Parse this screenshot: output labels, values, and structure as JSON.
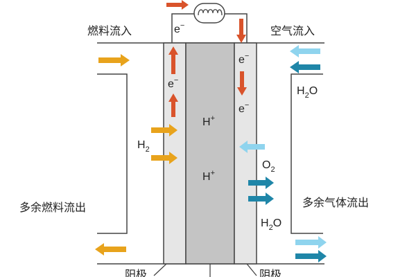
{
  "labels": {
    "fuel_in": "燃料流入",
    "air_in": "空气流入",
    "fuel_out": "多余燃料流出",
    "gas_out": "多余气体流出",
    "anode": "阳极",
    "cathode": "阴极"
  },
  "species": {
    "electron": "e",
    "electron_sup": "−",
    "proton": "H",
    "proton_sup": "+",
    "hydrogen": "H",
    "hydrogen_sub": "2",
    "oxygen": "O",
    "oxygen_sub": "2",
    "water_h": "H",
    "water_sub": "2",
    "water_o": "O"
  },
  "icons": {
    "load": "resistor-coil-icon",
    "flow_arrow": "arrow-icon"
  },
  "colors": {
    "electron_arrow": "#d9532b",
    "fuel_arrow": "#e8a31c",
    "oxygen_arrow": "#8fd4ee",
    "water_arrow": "#1f86a8",
    "electrode_fill": "#e6e6e6",
    "membrane_fill": "#c4c4c4",
    "line": "#444444"
  }
}
